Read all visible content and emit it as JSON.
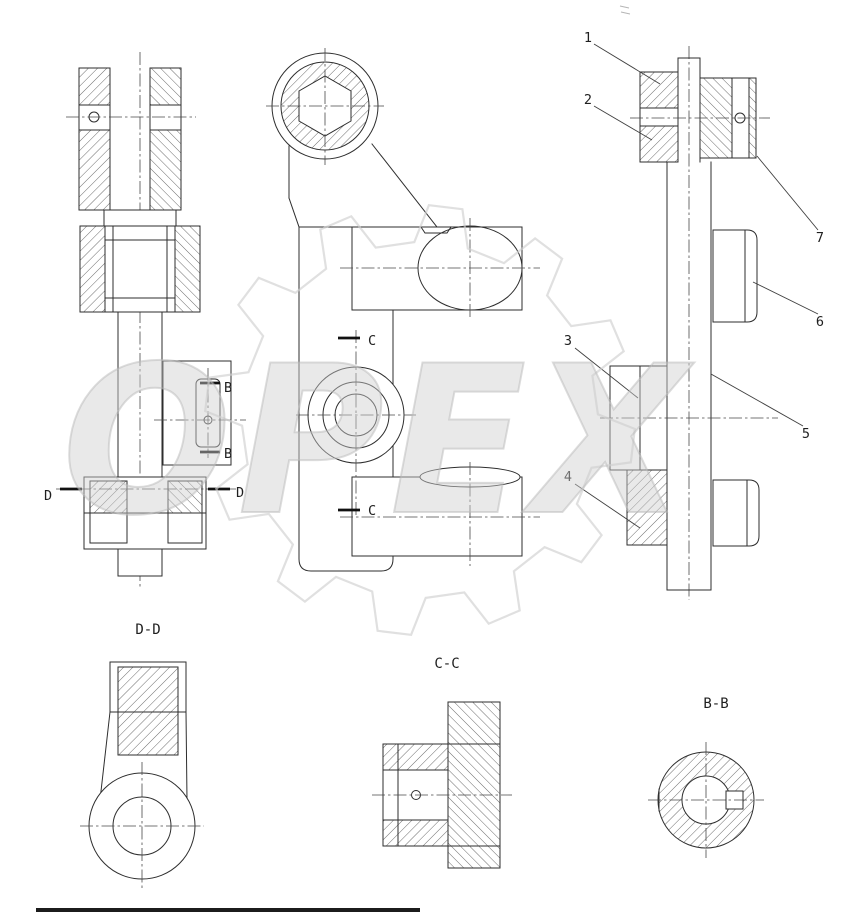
{
  "watermark": {
    "text": "OPEX"
  },
  "callouts": {
    "c1": "1",
    "c2": "2",
    "c3": "3",
    "c4": "4",
    "c5": "5",
    "c6": "6",
    "c7": "7"
  },
  "sections": {
    "c_top": "C",
    "c_bottom": "C",
    "b_top": "B",
    "b_bottom": "B",
    "d_left": "D",
    "d_right": "D"
  },
  "views": {
    "dd": "D-D",
    "cc": "C-C",
    "bb": "B-B"
  }
}
